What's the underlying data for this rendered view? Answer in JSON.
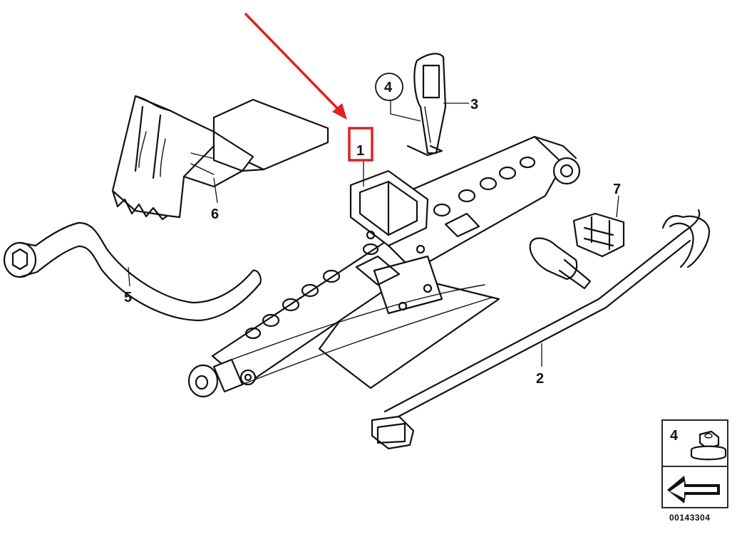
{
  "callouts": {
    "c1": "1",
    "c2": "2",
    "c3": "3",
    "c4": "4",
    "c5": "5",
    "c6": "6",
    "c7": "7"
  },
  "legend_box": {
    "label": "4",
    "part_number": "00143304"
  },
  "colors": {
    "highlight": "#e02020",
    "arrow": "#e02020",
    "line": "#111111"
  },
  "highlighted_callout": "1"
}
